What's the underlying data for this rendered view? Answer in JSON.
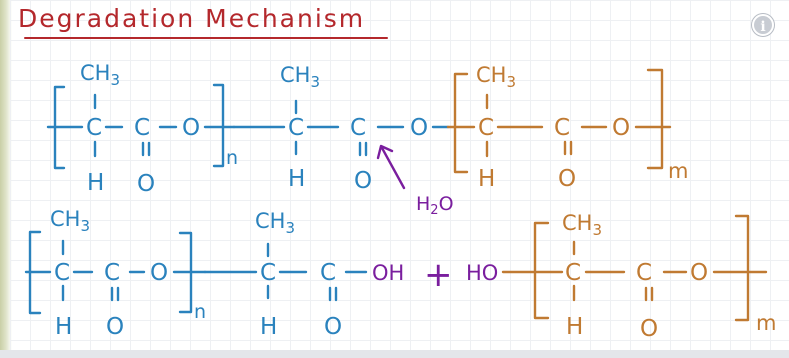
{
  "title": "Degradation Mechanism",
  "icons": {
    "info": "info-icon"
  },
  "colors": {
    "title": "#b4282c",
    "blue": "#2a82bd",
    "brown": "#c07a32",
    "purple": "#7a1e9e"
  },
  "labels": {
    "ch3": "CH3",
    "ch3_base": "CH",
    "ch3_sub": "3",
    "h2o": "H2O",
    "h2o_h": "H",
    "h2o_sub": "2",
    "h2o_o": "O",
    "c": "C",
    "o": "O",
    "h": "H",
    "oh": "OH",
    "ho": "HO",
    "plus": "+",
    "n": "n",
    "m": "m"
  }
}
